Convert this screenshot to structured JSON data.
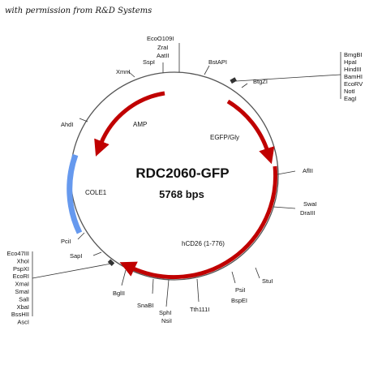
{
  "credit": "with permission from R&D Systems",
  "plasmid": {
    "name": "RDC2060-GFP",
    "size": "5768 bps"
  },
  "features": {
    "amp": "AMP",
    "egfp": "EGFP/Gly",
    "cole1": "COLE1",
    "hcd26": "hCD26 (1-776)"
  },
  "sites": {
    "ecoo109i": "EcoO109I",
    "zrai": "ZraI",
    "aatii": "AatII",
    "sspi": "SspI",
    "xmni": "XmnI",
    "bstapi": "BstAPI",
    "btgzi": "BtgZI",
    "ahdi": "AhdI",
    "aflii": "AflII",
    "swai": "SwaI",
    "draiii": "DraIII",
    "stui": "StuI",
    "psii": "PsiI",
    "bspei": "BspEI",
    "tth111i": "Tth111I",
    "sphi": "SphI",
    "nsii": "NsiI",
    "snabi": "SnaBI",
    "bglii": "BglII",
    "sapi": "SapI",
    "pcii": "PciI",
    "mcs_top": [
      "BmgBI",
      "HpaI",
      "HindIII",
      "BamHI",
      "EcoRV",
      "NotI",
      "EagI"
    ],
    "mcs_bottom": [
      "Eco47III",
      "XhoI",
      "PspXI",
      "EcoRI",
      "XmaI",
      "SmaI",
      "SalI",
      "XbaI",
      "BssHII",
      "AscI"
    ]
  },
  "colors": {
    "arrow": "#c00000",
    "cole1": "#6699ee",
    "backbone": "#555555"
  }
}
